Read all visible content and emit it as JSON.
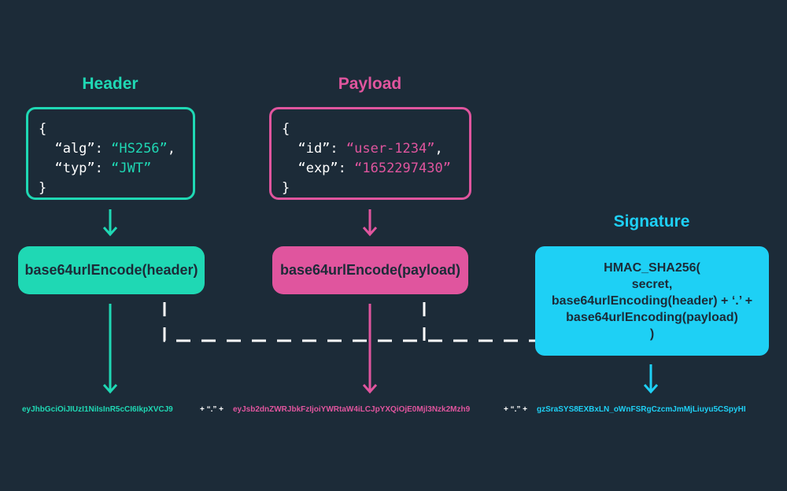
{
  "colors": {
    "background": "#1c2b38",
    "header": "#1fd8b4",
    "payload": "#e0559e",
    "signature": "#1ed0f5",
    "text": "#ffffff",
    "dashed": "#ffffff"
  },
  "header": {
    "title": "Header",
    "code": [
      "{",
      "  “alg”: ",
      "“HS256”",
      ",",
      "  “typ”: ",
      "“JWT”",
      "}"
    ],
    "line1": "{",
    "alg_key": "  “alg”: ",
    "alg_val": "“HS256”",
    "alg_tail": ",",
    "typ_key": "  “typ”: ",
    "typ_val": "“JWT”",
    "line4": "}",
    "encode_label": "base64urlEncode(header)",
    "token": "eyJhbGciOiJIUzI1NiIsInR5cCI6IkpXVCJ9"
  },
  "payload": {
    "title": "Payload",
    "line1": "{",
    "id_key": "  “id”: ",
    "id_val": "“user-1234”",
    "id_tail": ",",
    "exp_key": "  “exp”: ",
    "exp_val": "“1652297430”",
    "line4": "}",
    "encode_label": "base64urlEncode(payload)",
    "token": "eyJsb2dnZWRJbkFzIjoiYWRtaW4iLCJpYXQiOjE0Mjl3Nzk2Mzh9"
  },
  "signature": {
    "title": "Signature",
    "lines": [
      "HMAC_SHA256(",
      "secret,",
      "base64urlEncoding(header) + ‘.’ +",
      "base64urlEncoding(payload)",
      ")"
    ],
    "token": "gzSraSYS8EXBxLN_oWnFSRgCzcmJmMjLiuyu5CSpyHI"
  },
  "separator1": "+ “.” +",
  "separator2": "+ “.” +"
}
